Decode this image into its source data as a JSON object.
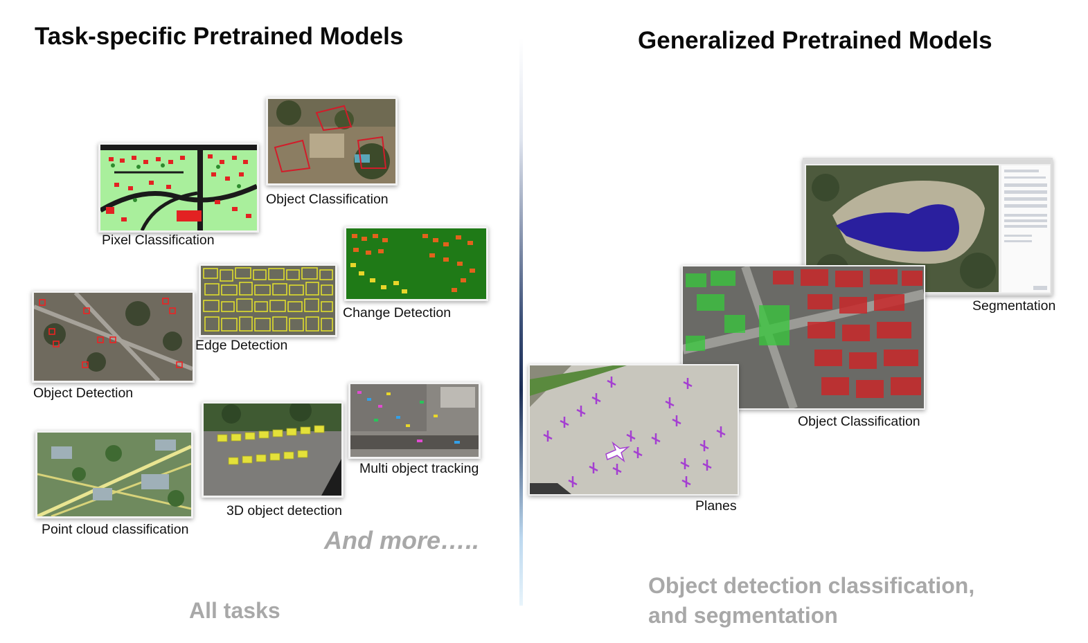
{
  "left": {
    "title": "Task-specific Pretrained Models",
    "captions": {
      "object_classification": "Object Classification",
      "pixel_classification": "Pixel Classification",
      "change_detection": "Change Detection",
      "edge_detection": "Edge Detection",
      "object_detection": "Object Detection",
      "multi_object_tracking": "Multi object tracking",
      "point_cloud": "Point cloud classification",
      "detection_3d": "3D object detection"
    },
    "and_more": "And more…..",
    "footer": "All tasks"
  },
  "right": {
    "title": "Generalized Pretrained Models",
    "captions": {
      "segmentation": "Segmentation",
      "object_classification": "Object Classification",
      "planes": "Planes"
    },
    "footer_line1": "Object detection classification,",
    "footer_line2": "and segmentation"
  },
  "colors": {
    "title": "#0a0a0a",
    "footer_grey": "#a8a8a8",
    "divider": "#1b2d55",
    "segmentation_water": "#2a1f9e",
    "plane_outline": "#a43fd1",
    "change_bg": "#1f7a17",
    "edge_outline": "#e8e52a"
  }
}
